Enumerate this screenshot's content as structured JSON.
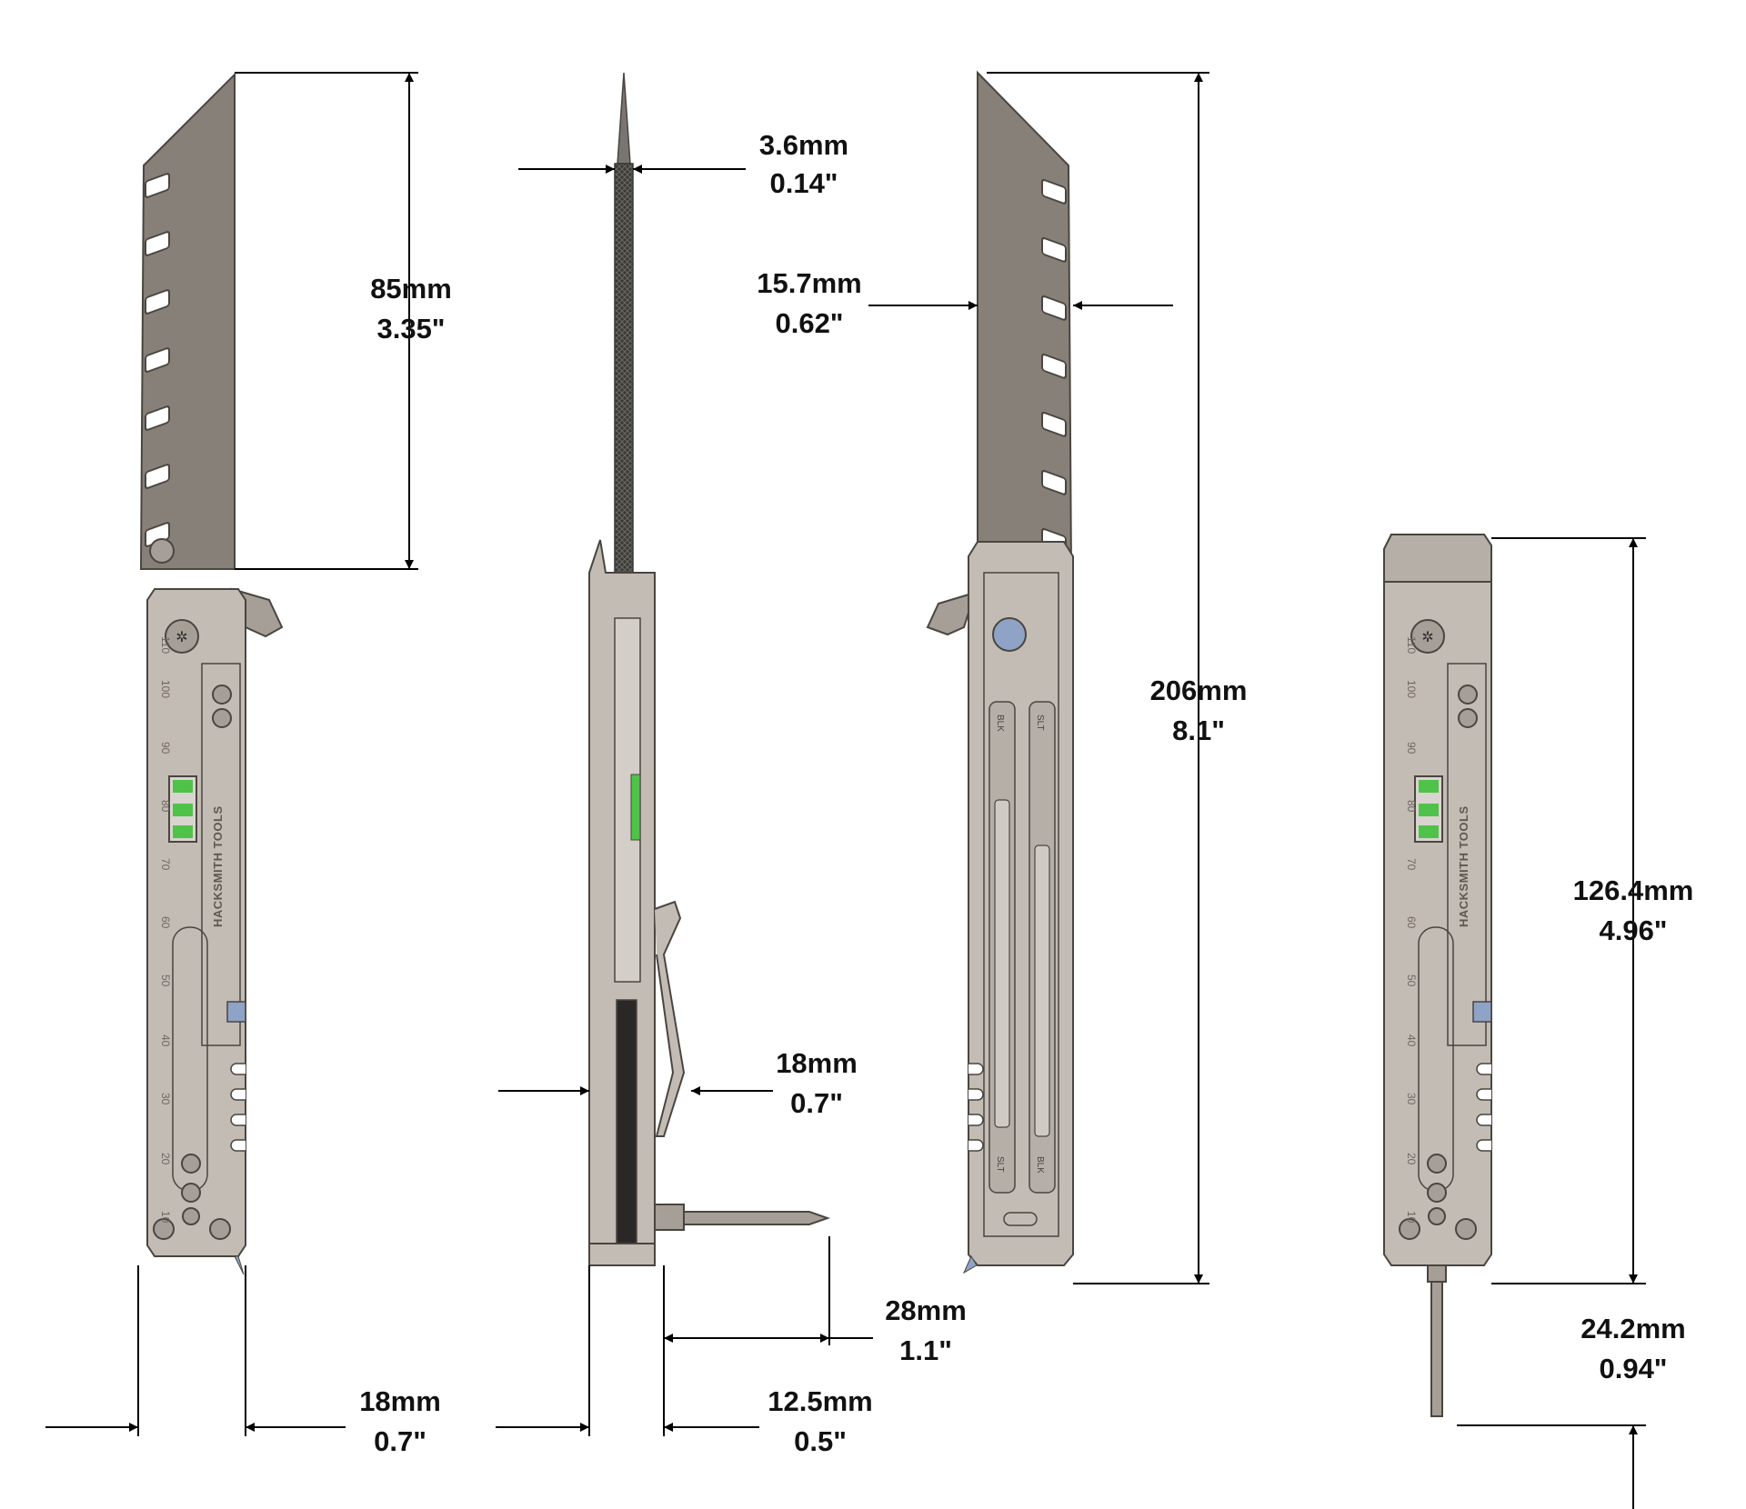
{
  "colors": {
    "blade": "#878079",
    "handle": "#c3bcb5",
    "handle_dark": "#a69f97",
    "outline": "#4a4540",
    "level_green": "#4fc24a",
    "accent_blue": "#8ea3c6",
    "dimension_line": "#000000"
  },
  "brand_text": "HACKSMITH TOOLS",
  "clip_labels": [
    "BLK",
    "SLT",
    "SLT",
    "BLK"
  ],
  "ruler_ticks": [
    "110",
    "100",
    "90",
    "80",
    "70",
    "60",
    "50",
    "40",
    "30",
    "20",
    "10"
  ],
  "dimensions": {
    "blade_length": {
      "mm": "85mm",
      "in": "3.35\""
    },
    "spike_width": {
      "mm": "3.6mm",
      "in": "0.14\""
    },
    "blade_width": {
      "mm": "15.7mm",
      "in": "0.62\""
    },
    "overall_length": {
      "mm": "206mm",
      "in": "8.1\""
    },
    "closed_length": {
      "mm": "126.4mm",
      "in": "4.96\""
    },
    "handle_width": {
      "mm": "18mm",
      "in": "0.7\""
    },
    "side_thickness": {
      "mm": "18mm",
      "in": "0.7\""
    },
    "bit_length": {
      "mm": "28mm",
      "in": "1.1\""
    },
    "side_offset": {
      "mm": "12.5mm",
      "in": "0.5\""
    },
    "driver_extension": {
      "mm": "24.2mm",
      "in": "0.94\""
    }
  }
}
